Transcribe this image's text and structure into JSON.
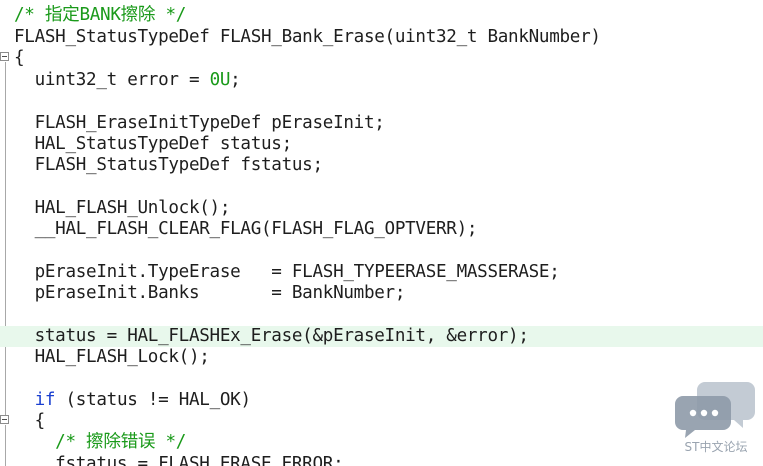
{
  "code_lines": [
    "/* 指定BANK擦除 */",
    "FLASH_StatusTypeDef FLASH_Bank_Erase(uint32_t BankNumber)",
    "{",
    "  uint32_t error = 0U;",
    "",
    "  FLASH_EraseInitTypeDef pEraseInit;",
    "  HAL_StatusTypeDef status;",
    "  FLASH_StatusTypeDef fstatus;",
    "",
    "  HAL_FLASH_Unlock();",
    "  __HAL_FLASH_CLEAR_FLAG(FLASH_FLAG_OPTVERR);",
    "",
    "  pEraseInit.TypeErase   = FLASH_TYPEERASE_MASSERASE;",
    "  pEraseInit.Banks       = BankNumber;",
    "",
    "  status = HAL_FLASHEx_Erase(&pEraseInit, &error);",
    "  HAL_FLASH_Lock();",
    "",
    "  if (status != HAL_OK)",
    "  {",
    "    /* 擦除错误 */",
    "    fstatus = FLASH_ERASE_ERROR;"
  ],
  "highlighted_line_index": 15,
  "watermark": {
    "text": "ST中文论坛",
    "icon": "chat-bubbles-icon"
  },
  "colors": {
    "comment": "#1a9a1a",
    "keyword": "#1a3fd0",
    "number": "#1a9a1a",
    "highlight": "#e8f8ec",
    "text": "#1e1e1e"
  }
}
